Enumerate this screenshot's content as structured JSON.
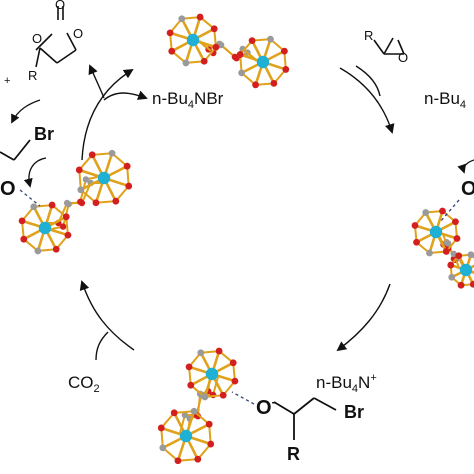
{
  "labels": {
    "top_reagent": "n-Bu",
    "top_reagent_sub": "4",
    "top_reagent_tail": "NBr",
    "right_reagent": "n-Bu",
    "right_reagent_sub": "4",
    "co2_main": "CO",
    "co2_sub": "2",
    "bottom_cation": "n-Bu",
    "bottom_cation_sub": "4",
    "bottom_cation_tail": "N",
    "bottom_cation_sup": "+",
    "epoxide_r": "R",
    "carbonate_r": "R",
    "bottom_r": "R",
    "bottom_br": "Br",
    "bottom_o": "O",
    "bottom_o_sup": "-",
    "left_br": "Br",
    "left_o": "O",
    "right_o": "O",
    "left_plus": "+",
    "carbonyl_o": "O",
    "ring_o1": "O",
    "ring_o2": "O",
    "epoxide_o": "O"
  },
  "colors": {
    "metal": "#1fb0d6",
    "oxygen": "#d41f1f",
    "carbon": "#9a9a9a",
    "bond": "#e0a21a",
    "ink": "#111111",
    "dash": "#3a4a7a"
  }
}
